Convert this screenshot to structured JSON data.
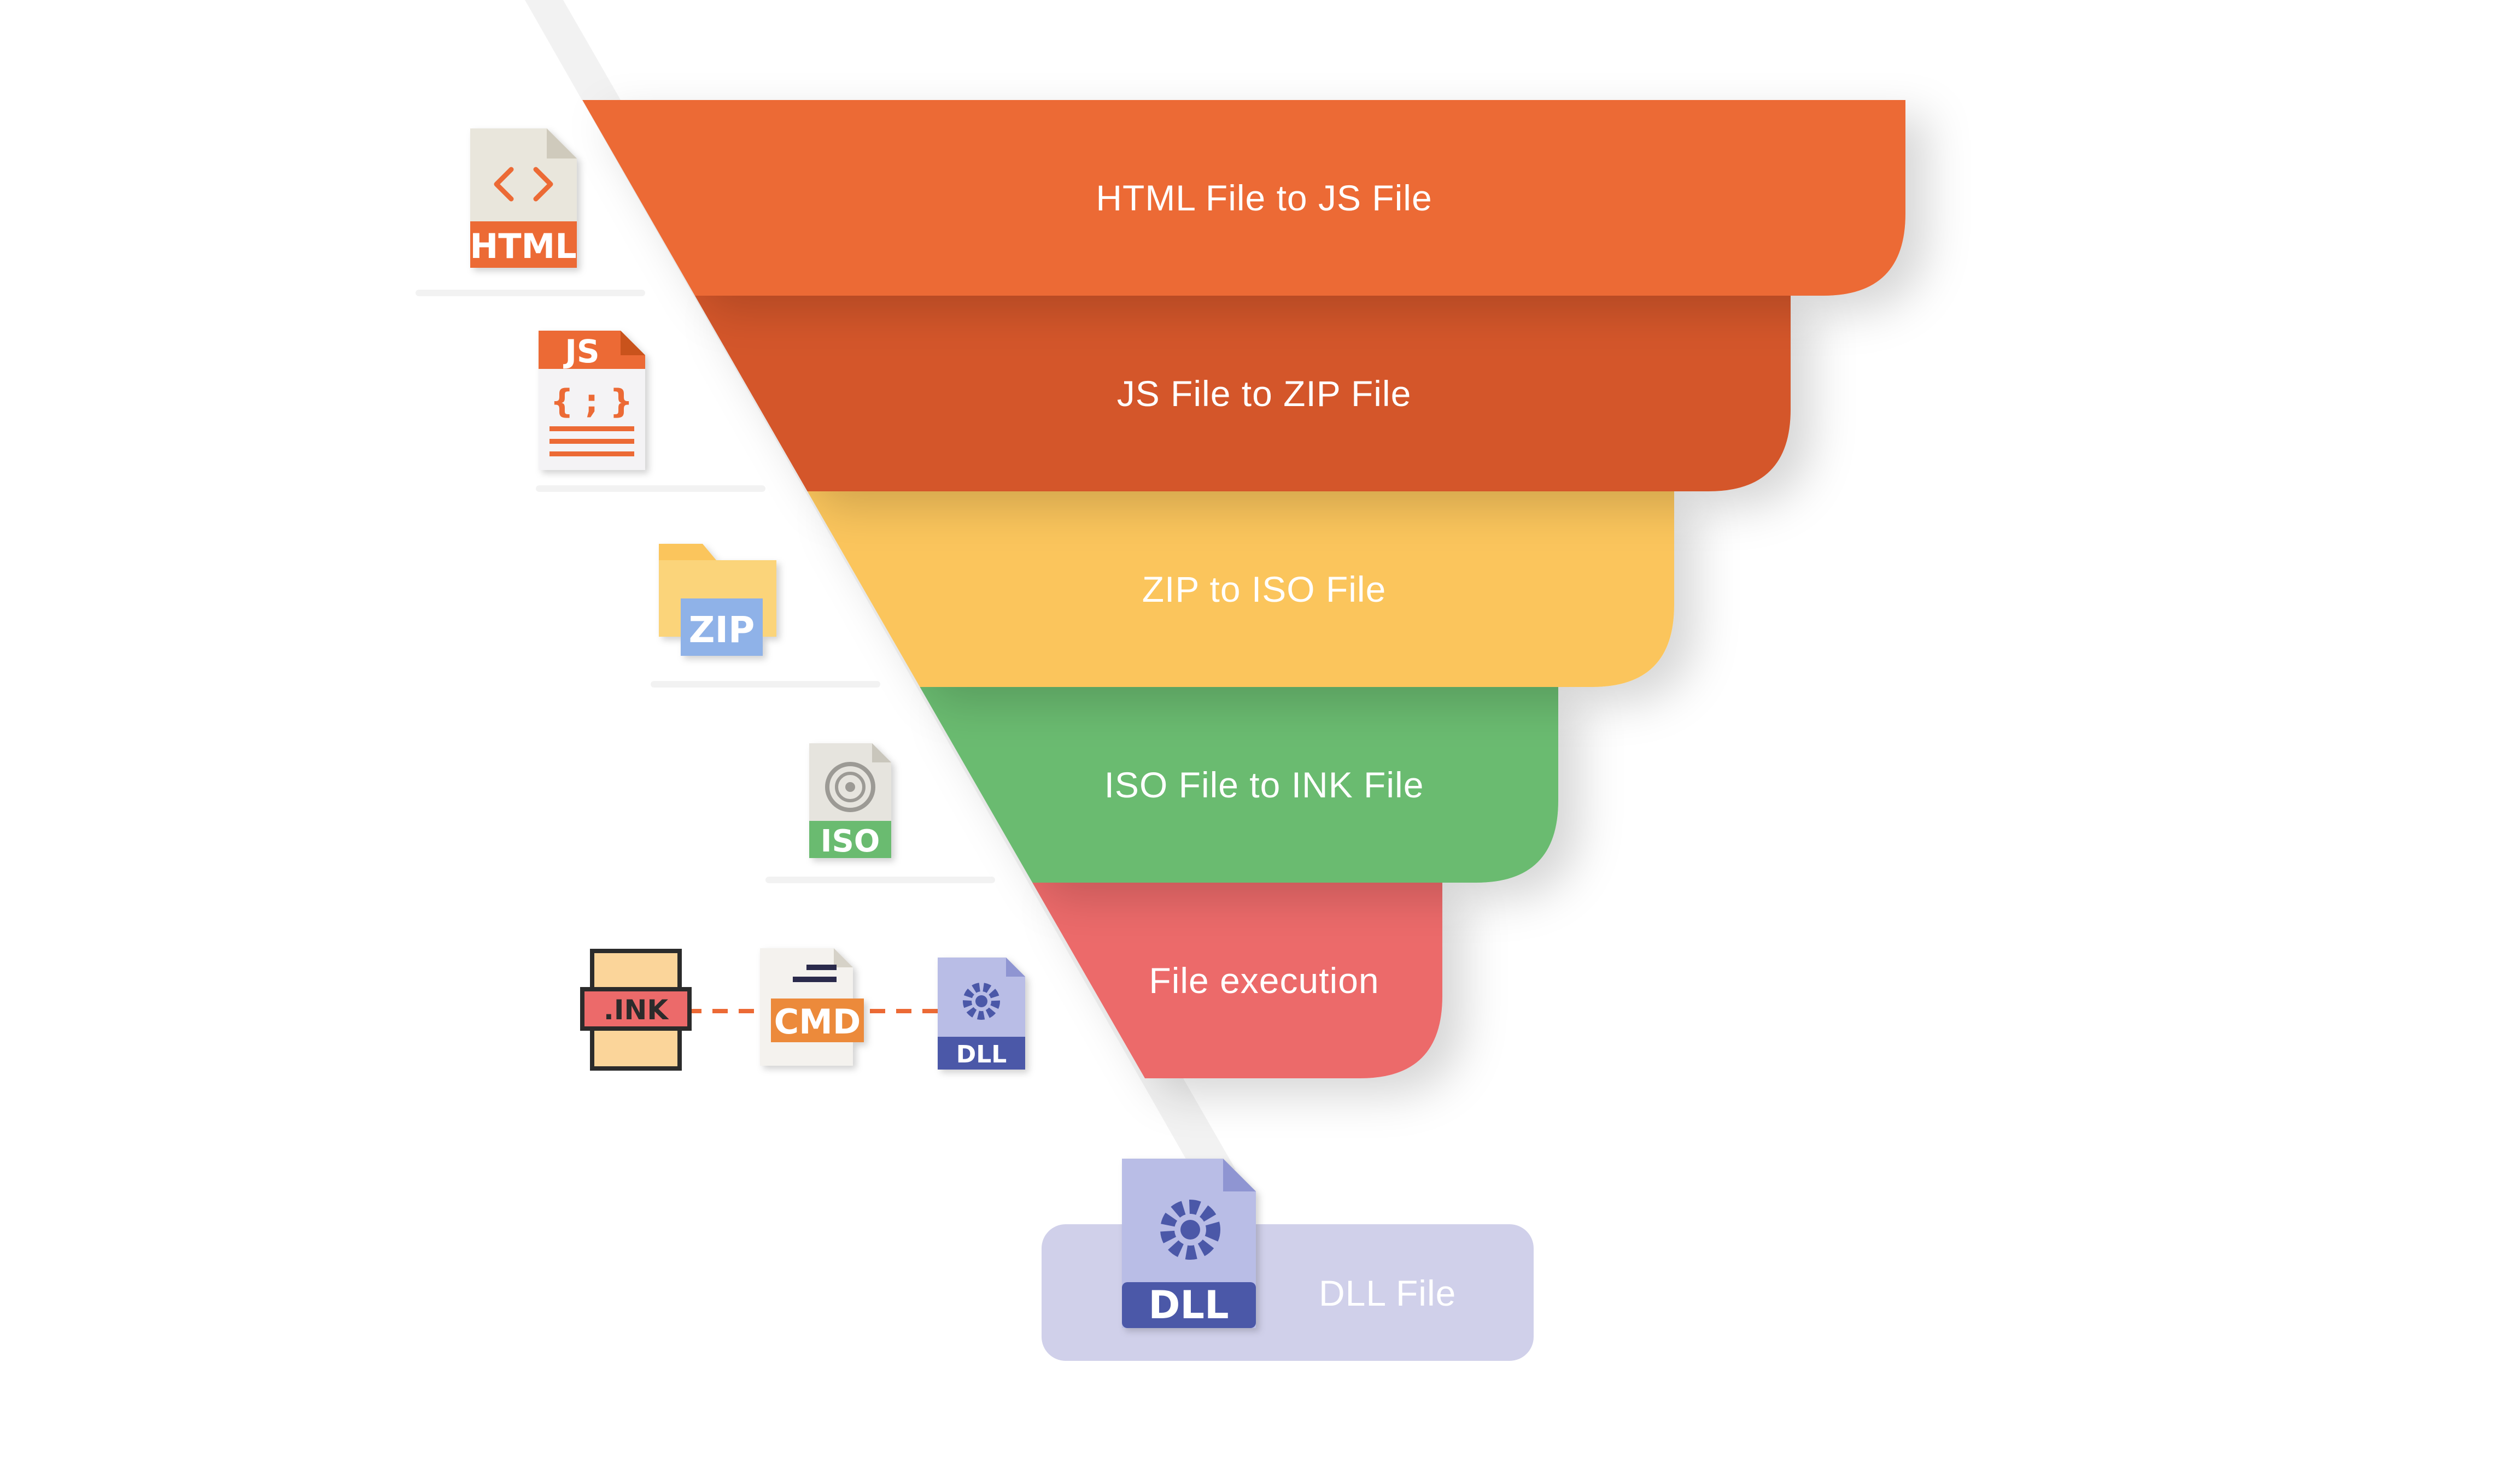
{
  "stages": [
    {
      "label": "HTML File to JS File",
      "color": "#ec6a35",
      "icon": "html-file-icon"
    },
    {
      "label": "JS File to ZIP File",
      "color": "#d4572b",
      "icon": "js-file-icon"
    },
    {
      "label": "ZIP to ISO File",
      "color": "#fbc55c",
      "icon": "zip-folder-icon"
    },
    {
      "label": "ISO File to INK File",
      "color": "#6bbb6f",
      "icon": "iso-file-icon"
    },
    {
      "label": "File execution",
      "color": "#ec6a6a",
      "icon": "ink-cmd-dll-chain"
    }
  ],
  "final_stage": {
    "label": "DLL File",
    "color": "#d0d0ea",
    "icon": "dll-file-icon"
  },
  "icon_text": {
    "html": "HTML",
    "js": "JS",
    "zip": "ZIP",
    "iso": "ISO",
    "ink": ".INK",
    "cmd": "CMD",
    "dll_small": "DLL",
    "dll_large": "DLL"
  },
  "colors": {
    "orange": "#ec6a35",
    "dark_orange": "#d4572b",
    "yellow": "#fbc55c",
    "green": "#6bbb6f",
    "red": "#ec6a6a",
    "lavender": "#d0d0ea",
    "dll_blue": "#4b58a8"
  }
}
